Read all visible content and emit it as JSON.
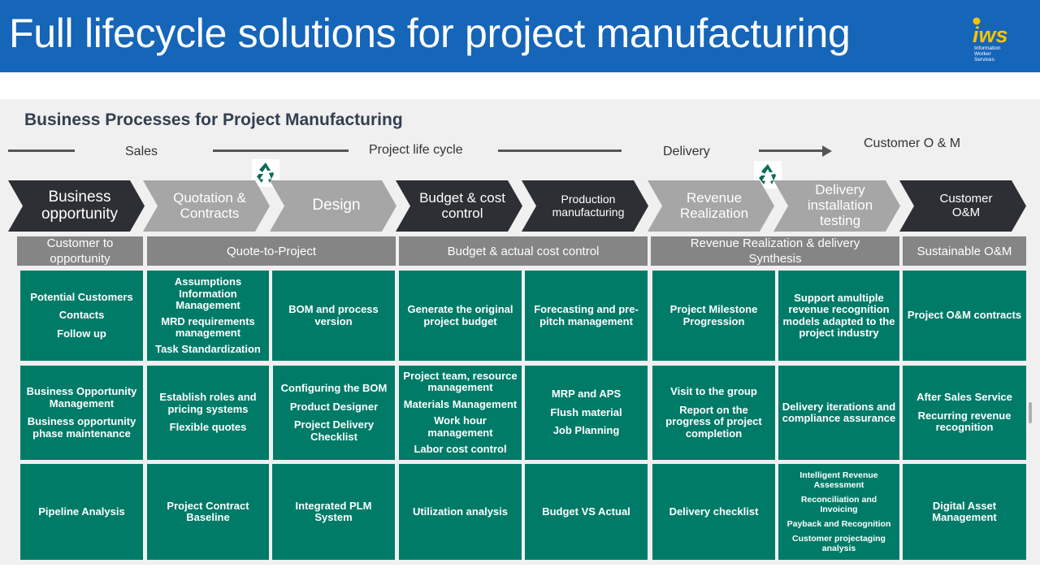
{
  "header": {
    "title": "Full lifecycle solutions for project manufacturing"
  },
  "logo": {
    "text": "iws",
    "subtitle": "Information\nWorker\nServices"
  },
  "section_title": "Business Processes for Project Manufacturing",
  "timeline": {
    "sales": "Sales",
    "project_life_cycle": "Project life cycle",
    "delivery": "Delivery",
    "customer_om": "Customer O & M"
  },
  "stages": [
    {
      "label": "Business opportunity"
    },
    {
      "label": "Quotation & Contracts"
    },
    {
      "label": "Design"
    },
    {
      "label": "Budget & cost control"
    },
    {
      "label": "Production manufacturing"
    },
    {
      "label": "Revenue Realization"
    },
    {
      "label": "Delivery installation testing"
    },
    {
      "label": "Customer O&M"
    }
  ],
  "groups": [
    "Customer to opportunity",
    "Quote-to-Project",
    "Budget & actual cost control",
    "Revenue Realization & delivery Synthesis",
    "Sustainable O&M"
  ],
  "cells": {
    "row1": [
      [
        "Potential Customers",
        "Contacts",
        "Follow up"
      ],
      [
        "Assumptions Information Management",
        "MRD requirements management",
        "Task Standardization"
      ],
      [
        "BOM and process version"
      ],
      [
        "Generate the original project budget"
      ],
      [
        "Forecasting and pre-pitch management"
      ],
      [
        "Project Milestone Progression"
      ],
      [
        "Support amultiple revenue recognition models adapted to the project industry"
      ],
      [
        "Project O&M contracts"
      ]
    ],
    "row2": [
      [
        "Business Opportunity Management",
        "Business opportunity phase maintenance"
      ],
      [
        "Establish roles and pricing systems",
        "Flexible quotes"
      ],
      [
        "Configuring the BOM",
        "Product Designer",
        "Project Delivery Checklist"
      ],
      [
        "Project team, resource management",
        "Materials Management",
        "Work hour management",
        "Labor cost control"
      ],
      [
        "MRP and APS",
        "Flush material",
        "Job Planning"
      ],
      [
        "Visit to the group",
        "Report on the progress of project completion"
      ],
      [
        "Delivery iterations and compliance assurance"
      ],
      [
        "After Sales Service",
        "Recurring revenue recognition"
      ]
    ],
    "row3": [
      [
        "Pipeline Analysis"
      ],
      [
        "Project Contract Baseline"
      ],
      [
        "Integrated PLM System"
      ],
      [
        "Utilization analysis"
      ],
      [
        "Budget VS Actual"
      ],
      [
        "Delivery checklist"
      ],
      [
        "Intelligent Revenue Assessment",
        "Reconciliation and Invoicing",
        "Payback and Recognition",
        "Customer projectaging analysis"
      ],
      [
        "Digital Asset Management"
      ]
    ]
  },
  "colors": {
    "header_blue": "#1565b8",
    "teal": "#007b68",
    "dark_chevron": "#2d2f34",
    "light_chevron": "#a6a6a6",
    "group_gray": "#858585",
    "panel_gray": "#f0f0f0",
    "recycle_green": "#0b6b58"
  },
  "icons": [
    "recycle-icon",
    "recycle-icon"
  ]
}
